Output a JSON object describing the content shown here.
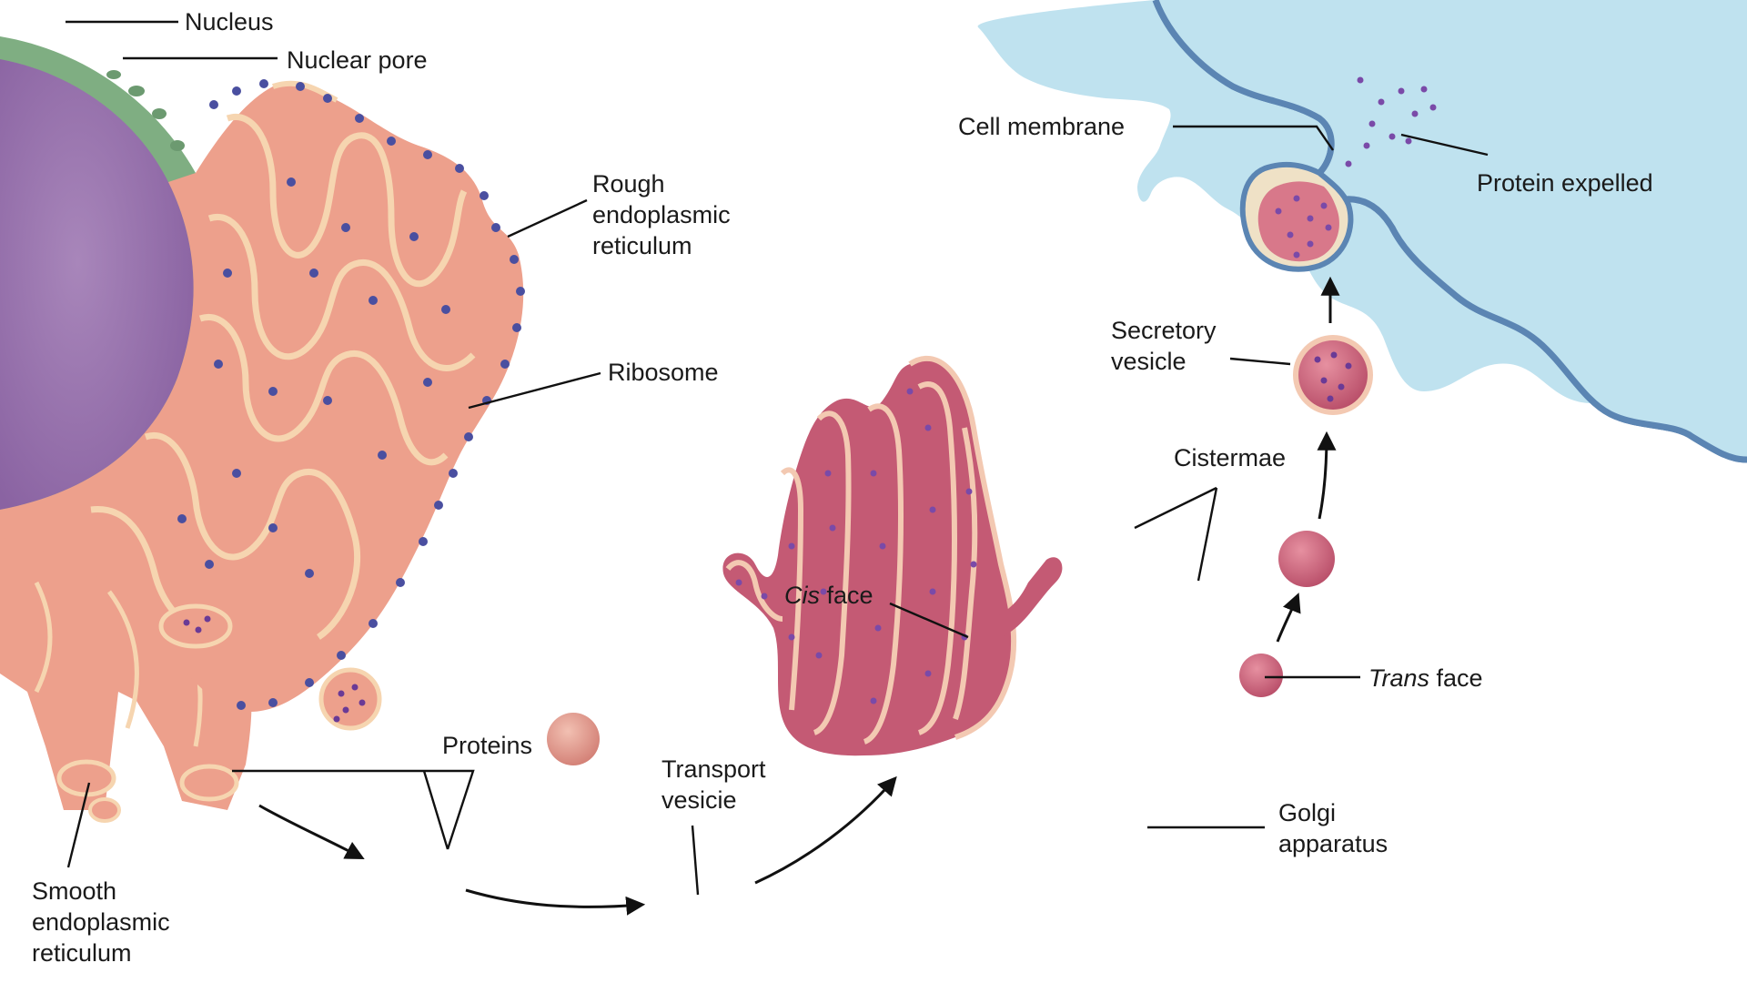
{
  "labels": {
    "nucleus": "Nucleus",
    "nuclear_pore": "Nuclear pore",
    "rough_er": [
      "Rough",
      "endoplasmic",
      "reticulum"
    ],
    "ribosome": "Ribosome",
    "smooth_er": [
      "Smooth",
      "endoplasmic",
      "reticulum"
    ],
    "proteins": "Proteins",
    "transport_vesicle": [
      "Transport",
      "vesicie"
    ],
    "cis_face": {
      "italic": "Cis",
      "rest": " face"
    },
    "cistermae": "Cistermae",
    "golgi": [
      "Golgi",
      "apparatus"
    ],
    "trans_face": {
      "italic": "Trans",
      "rest": " face"
    },
    "secretory_vesicle": [
      "Secretory",
      "vesicle"
    ],
    "cell_membrane": "Cell membrane",
    "protein_expelled": "Protein expelled"
  },
  "colors": {
    "nucleoplasm": "#9a73ad",
    "nuclear_envelope": "#7fae82",
    "er_fill": "#eda08c",
    "er_lumen_outline": "#f6d5b0",
    "ribosome": "#4a4fa0",
    "golgi_fill": "#c45a74",
    "golgi_outline": "#f3c9b2",
    "protein_dot": "#6a3a96",
    "extracellular": "#bfe2ef",
    "membrane": "#5b85b3",
    "vesicle_fill": "#e6a598"
  }
}
